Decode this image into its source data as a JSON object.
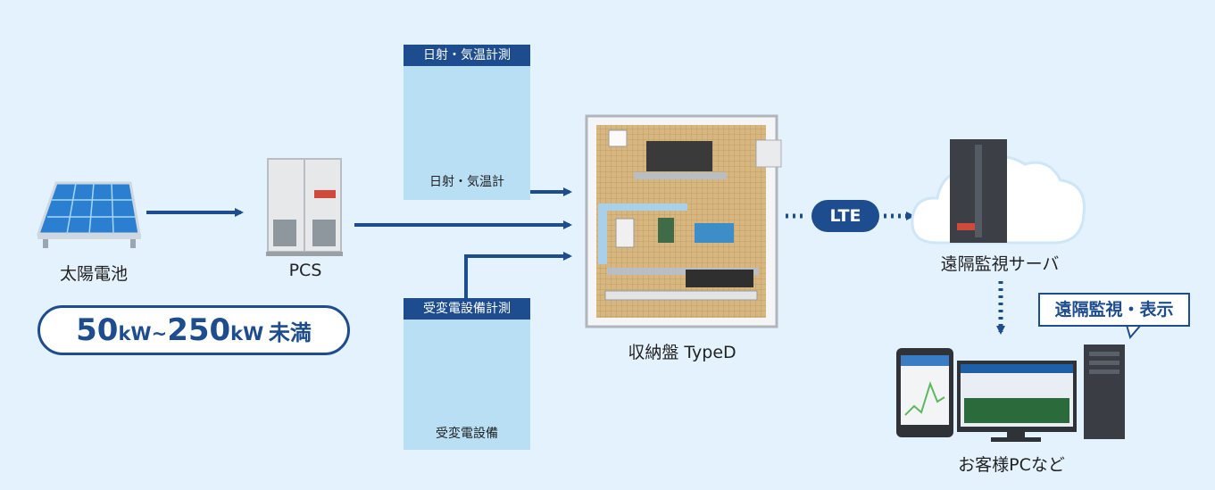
{
  "solar": {
    "label": "太陽電池"
  },
  "pcs": {
    "label": "PCS"
  },
  "capacity": {
    "value_low": "50",
    "unit_low": "kW",
    "sep": "~",
    "value_high": "250",
    "unit_high": "kW",
    "suffix": "未満"
  },
  "weather_box": {
    "title": "日射・気温計測",
    "caption": "日射・気温計"
  },
  "substation_box": {
    "title": "受変電設備計測",
    "caption": "受変電設備"
  },
  "cabinet": {
    "label": "収納盤 TypeD"
  },
  "link": {
    "label": "LTE"
  },
  "server": {
    "label": "遠隔監視サーバ"
  },
  "display": {
    "callout": "遠隔監視・表示",
    "label": "お客様PCなど"
  },
  "colors": {
    "navy": "#1d4c8f",
    "background": "#e3f2fc",
    "panel": "#b9dff5",
    "board": "#d8b680"
  }
}
